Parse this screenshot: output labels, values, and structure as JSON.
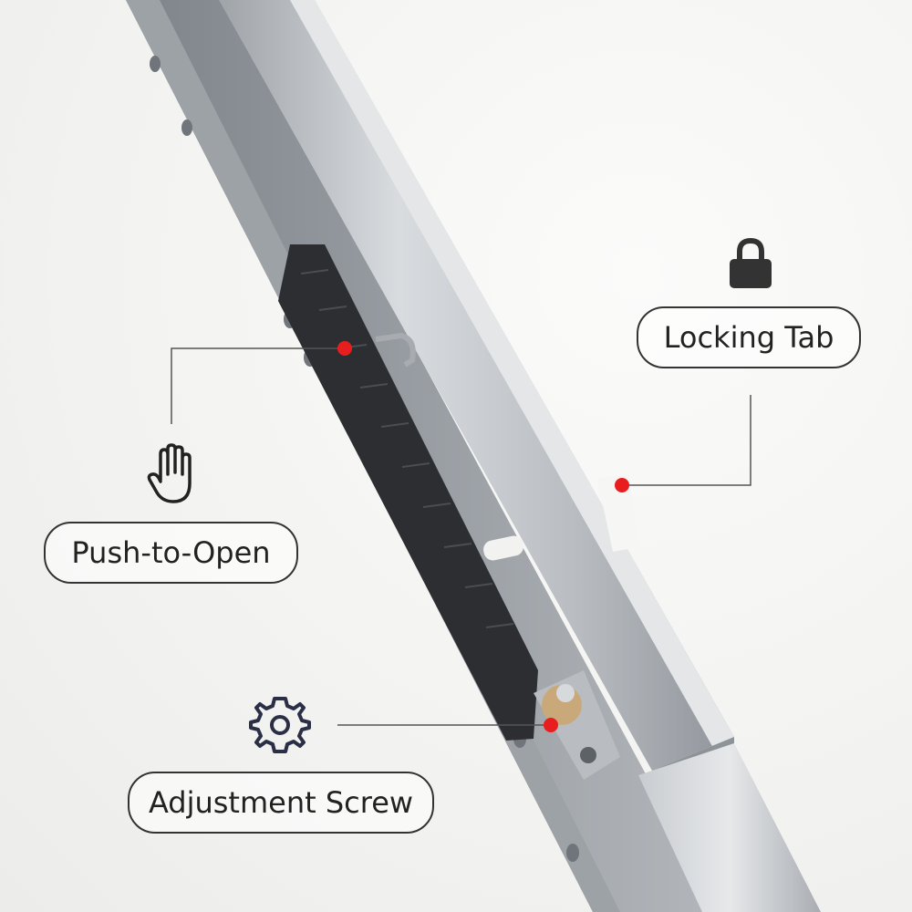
{
  "callouts": {
    "locking_tab": {
      "label": "Locking Tab",
      "icon": "lock-icon"
    },
    "push_to_open": {
      "label": "Push-to-Open",
      "icon": "hand-icon"
    },
    "adjustment_screw": {
      "label": "Adjustment Screw",
      "icon": "gear-icon"
    }
  },
  "colors": {
    "marker": "#e81e1e",
    "label_text": "#222222",
    "label_border": "#333333",
    "icon_dark": "#333333",
    "steel": "#c4c8cc",
    "mechanism": "#2c2e31",
    "background": "#f4f4f2"
  }
}
